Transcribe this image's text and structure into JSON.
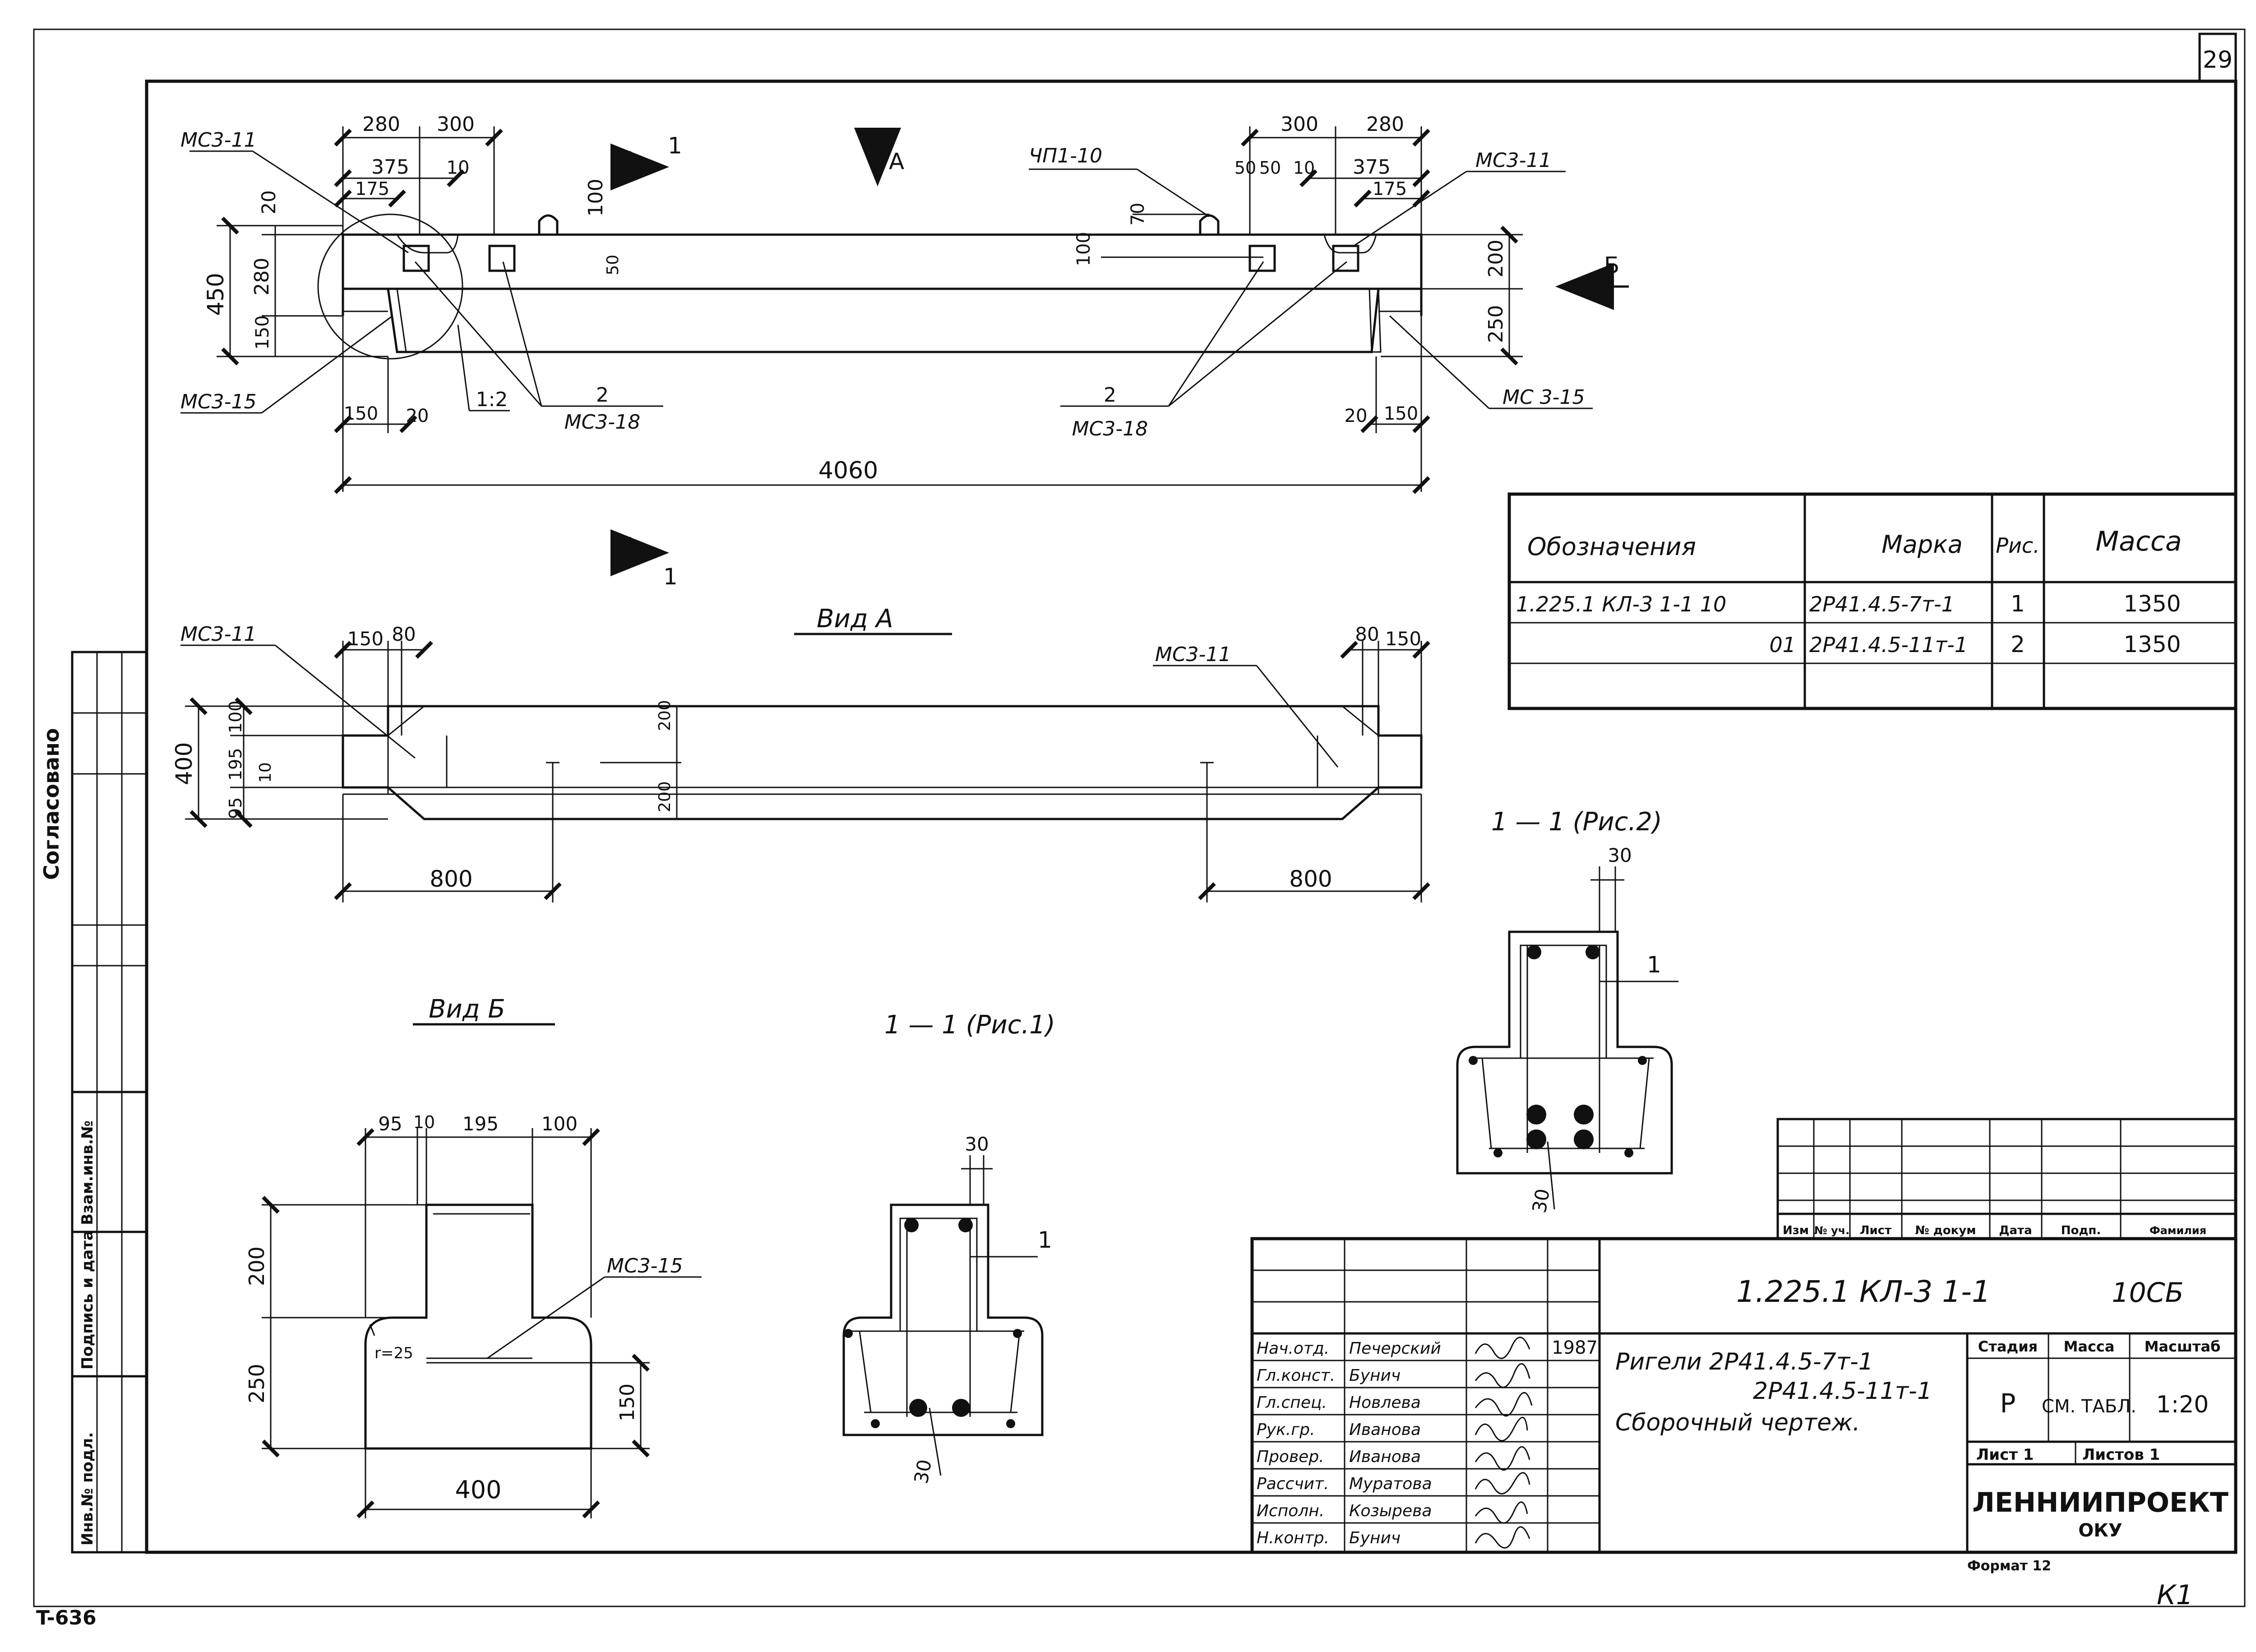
{
  "sheet": {
    "sheet_number": "29",
    "archive_code": "T-636",
    "corner_mark": "К1",
    "format_label": "Формат 12"
  },
  "side_stamp": {
    "agreed": "Согласовано",
    "inv_replace": "Взам.инв.№",
    "sign_date": "Подпись и дата",
    "inv_original": "Инв.№ подл."
  },
  "front_view": {
    "dims_top_left": [
      "280",
      "300",
      "375",
      "10",
      "175"
    ],
    "dims_top_right": [
      "300",
      "280",
      "50",
      "50",
      "10",
      "375",
      "175"
    ],
    "dim_100": "100",
    "dim_70": "70",
    "dim_100_right": "100",
    "dim_50": "50",
    "dims_left_vertical": [
      "20",
      "450",
      "280",
      "150"
    ],
    "dims_right_vertical": [
      "200",
      "250"
    ],
    "dims_bottom": [
      "150",
      "20",
      "20",
      "150"
    ],
    "overall_length": "4060",
    "slope": "1:2",
    "labels": {
      "mcz11_left": "МС3-11",
      "mcz11_right": "МС3-11",
      "mcz15_left": "МС3-15",
      "mcz15_right": "МС 3-15",
      "mcz18_count_left": "2",
      "mcz18_left": "МС3-18",
      "mcz18_count_right": "2",
      "mcz18_right": "МС3-18",
      "loop": "ЧП1-10"
    },
    "section_mark": "1",
    "view_a_mark": "А",
    "view_b_mark": "Б"
  },
  "view_a": {
    "title": "Вид А",
    "label_left": "МС3-11",
    "label_right": "МС3-11",
    "dims_top_left": [
      "150",
      "80"
    ],
    "dims_top_right": [
      "80",
      "150"
    ],
    "dims_left": [
      "400",
      "95",
      "195",
      "100",
      "10"
    ],
    "dim_200_top": "200",
    "dim_200_bottom": "200",
    "dim_800_left": "800",
    "dim_800_right": "800"
  },
  "view_b": {
    "title": "Вид Б",
    "dims_top": [
      "95",
      "10",
      "195",
      "100"
    ],
    "dim_200": "200",
    "dim_250": "250",
    "dim_150": "150",
    "dim_400": "400",
    "radius": "r=25",
    "label": "МС3-15"
  },
  "section_fig1": {
    "title": "1 — 1 (Рис.1)",
    "dim_top": "30",
    "dim_bottom": "30",
    "bar_label": "1"
  },
  "section_fig2": {
    "title": "1 — 1 (Рис.2)",
    "dim_top": "30",
    "dim_bottom": "30",
    "bar_label": "1"
  },
  "spec_table": {
    "headers": [
      "Обозначения",
      "Марка",
      "Рис.",
      "Масса"
    ],
    "rows": [
      [
        "1.225.1 КЛ-3 1-1  10",
        "2Р41.4.5-7т-1",
        "1",
        "1350"
      ],
      [
        "01",
        "2Р41.4.5-11т-1",
        "2",
        "1350"
      ]
    ]
  },
  "revision_table": {
    "headers": [
      "Изм",
      "№ уч.",
      "Лист",
      "№ докум",
      "Дата",
      "Подп.",
      "Фамилия"
    ]
  },
  "title_block": {
    "document_code": "1.225.1 КЛ-3 1-1",
    "sheet_code": "10СБ",
    "title_line1": "Ригели 2Р41.4.5-7т-1",
    "title_line2": "2Р41.4.5-11т-1",
    "title_line3": "Сборочный чертеж.",
    "stage_header": "Стадия",
    "mass_header": "Масса",
    "scale_header": "Масштаб",
    "stage_value": "Р",
    "mass_value": "СМ. ТАБЛ.",
    "scale_value": "1:20",
    "sheet_label": "Лист 1",
    "sheets_label": "Листов 1",
    "organization": "ЛЕННИИПРОЕКТ",
    "department": "ОКУ",
    "year": "1987",
    "roles": [
      {
        "role": "Нач.отд.",
        "name": "Печерский"
      },
      {
        "role": "Гл.конст.",
        "name": "Бунич"
      },
      {
        "role": "Гл.спец.",
        "name": "Новлева"
      },
      {
        "role": "Рук.гр.",
        "name": "Иванова"
      },
      {
        "role": "Провер.",
        "name": "Иванова"
      },
      {
        "role": "Рассчит.",
        "name": "Муратова"
      },
      {
        "role": "Исполн.",
        "name": "Козырева"
      },
      {
        "role": "Н.контр.",
        "name": "Бунич"
      }
    ]
  }
}
